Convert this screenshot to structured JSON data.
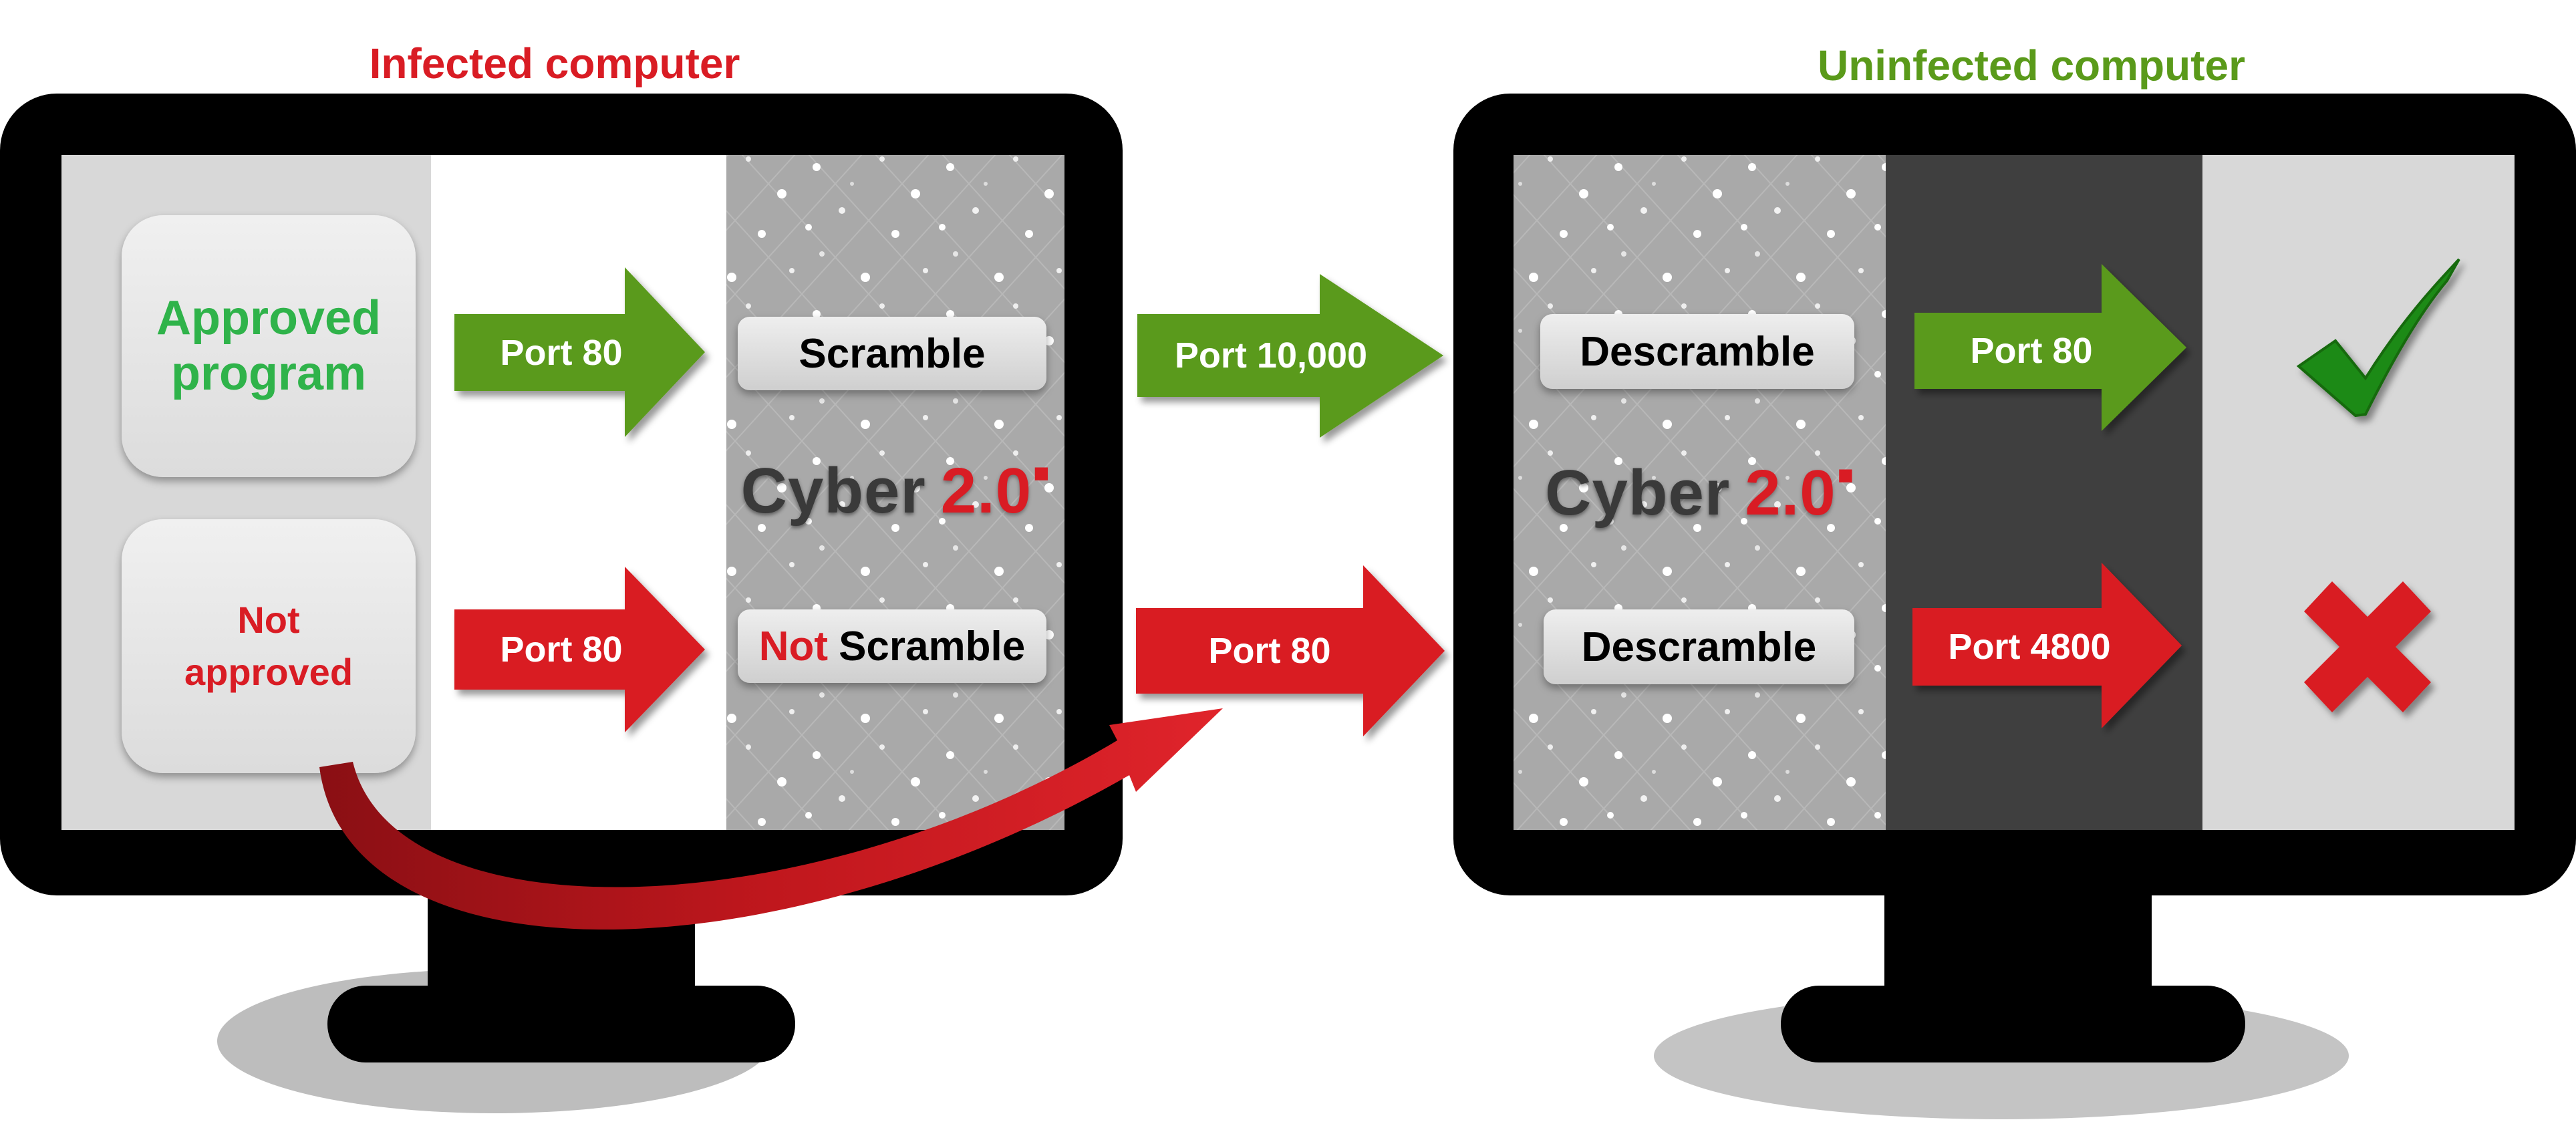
{
  "infected": {
    "title": "Infected computer",
    "approved_line1": "Approved",
    "approved_line2": "program",
    "not_approved_line1": "Not",
    "not_approved_line2": "approved",
    "arrow_top": "Port 80",
    "arrow_bottom": "Port 80",
    "scramble_label": "Scramble",
    "not_scramble_prefix": "Not",
    "not_scramble_suffix": "Scramble",
    "logo_word": "Cyber",
    "logo_num": "2.0"
  },
  "transit": {
    "arrow_top": "Port 10,000",
    "arrow_bottom": "Port 80"
  },
  "uninfected": {
    "title": "Uninfected computer",
    "descramble_top": "Descramble",
    "descramble_bottom": "Descramble",
    "logo_word": "Cyber",
    "logo_num": "2.0",
    "arrow_top": "Port 80",
    "arrow_bottom": "Port 4800",
    "result_top": "check-icon",
    "result_bottom": "cross-icon"
  },
  "colors": {
    "red": "#d91c24",
    "green": "#2fb34a",
    "arrow_green": "#5a9a1a",
    "arrow_red": "#d91c24",
    "check_green": "#1e8a17"
  }
}
